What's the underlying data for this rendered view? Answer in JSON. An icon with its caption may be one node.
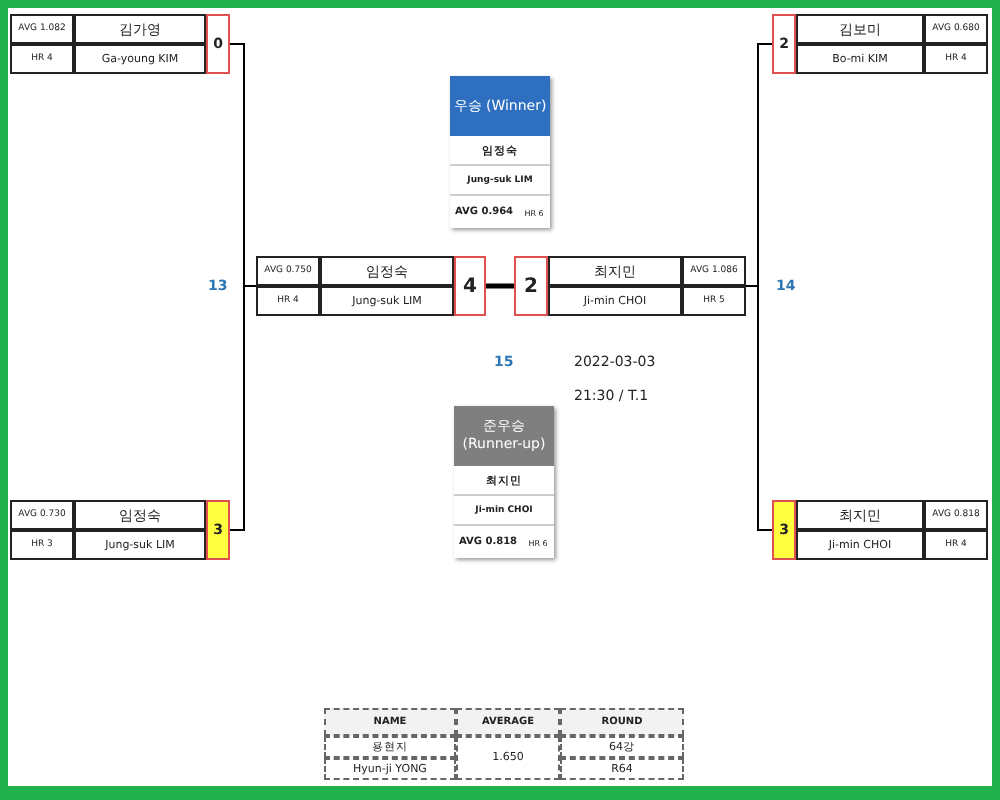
{
  "diagram": {
    "nodes": [
      {
        "text": [
          "김가영",
          "Ga-young KIM",
          "AVG 1.082",
          "HR 4",
          "0"
        ]
      },
      {
        "text": [
          "김보미",
          "Bo-mi KIM",
          "AVG 0.680",
          "HR 4",
          "2"
        ]
      },
      {
        "text": [
          "우승 (Winner)",
          "임정숙",
          "Jung-suk LIM",
          "AVG 0.964",
          "HR 6"
        ]
      },
      {
        "text": [
          "임정숙",
          "Jung-suk LIM",
          "AVG 0.750",
          "HR 4",
          "4"
        ]
      },
      {
        "text": [
          "최지민",
          "Ji-min CHOI",
          "AVG 1.086",
          "HR 5",
          "2"
        ]
      },
      {
        "text": [
          "준우승 (Runner-up)",
          "최지민",
          "Ji-min CHOI",
          "AVG 0.818",
          "HR 6"
        ]
      },
      {
        "text": [
          "임정숙",
          "Jung-suk LIM",
          "AVG 0.730",
          "HR 3",
          "3"
        ]
      },
      {
        "text": [
          "최지민",
          "Ji-min CHOI",
          "AVG 0.818",
          "HR 4",
          "3"
        ]
      }
    ],
    "edges": [
      {
        "from": 0,
        "to": 3,
        "arrow": "none"
      },
      {
        "from": 6,
        "to": 3,
        "arrow": "none"
      },
      {
        "from": 1,
        "to": 4,
        "arrow": "none"
      },
      {
        "from": 7,
        "to": 4,
        "arrow": "none"
      },
      {
        "from": 3,
        "to": 4,
        "arrow": "none",
        "style": "thick"
      }
    ],
    "labels": [
      "13",
      "14",
      "15",
      "2022-03-03",
      "21:30 / T.1",
      "NAME",
      "AVERAGE",
      "ROUND",
      "용현지",
      "1.650",
      "64강",
      "Hyun-ji YONG",
      "R64"
    ]
  }
}
